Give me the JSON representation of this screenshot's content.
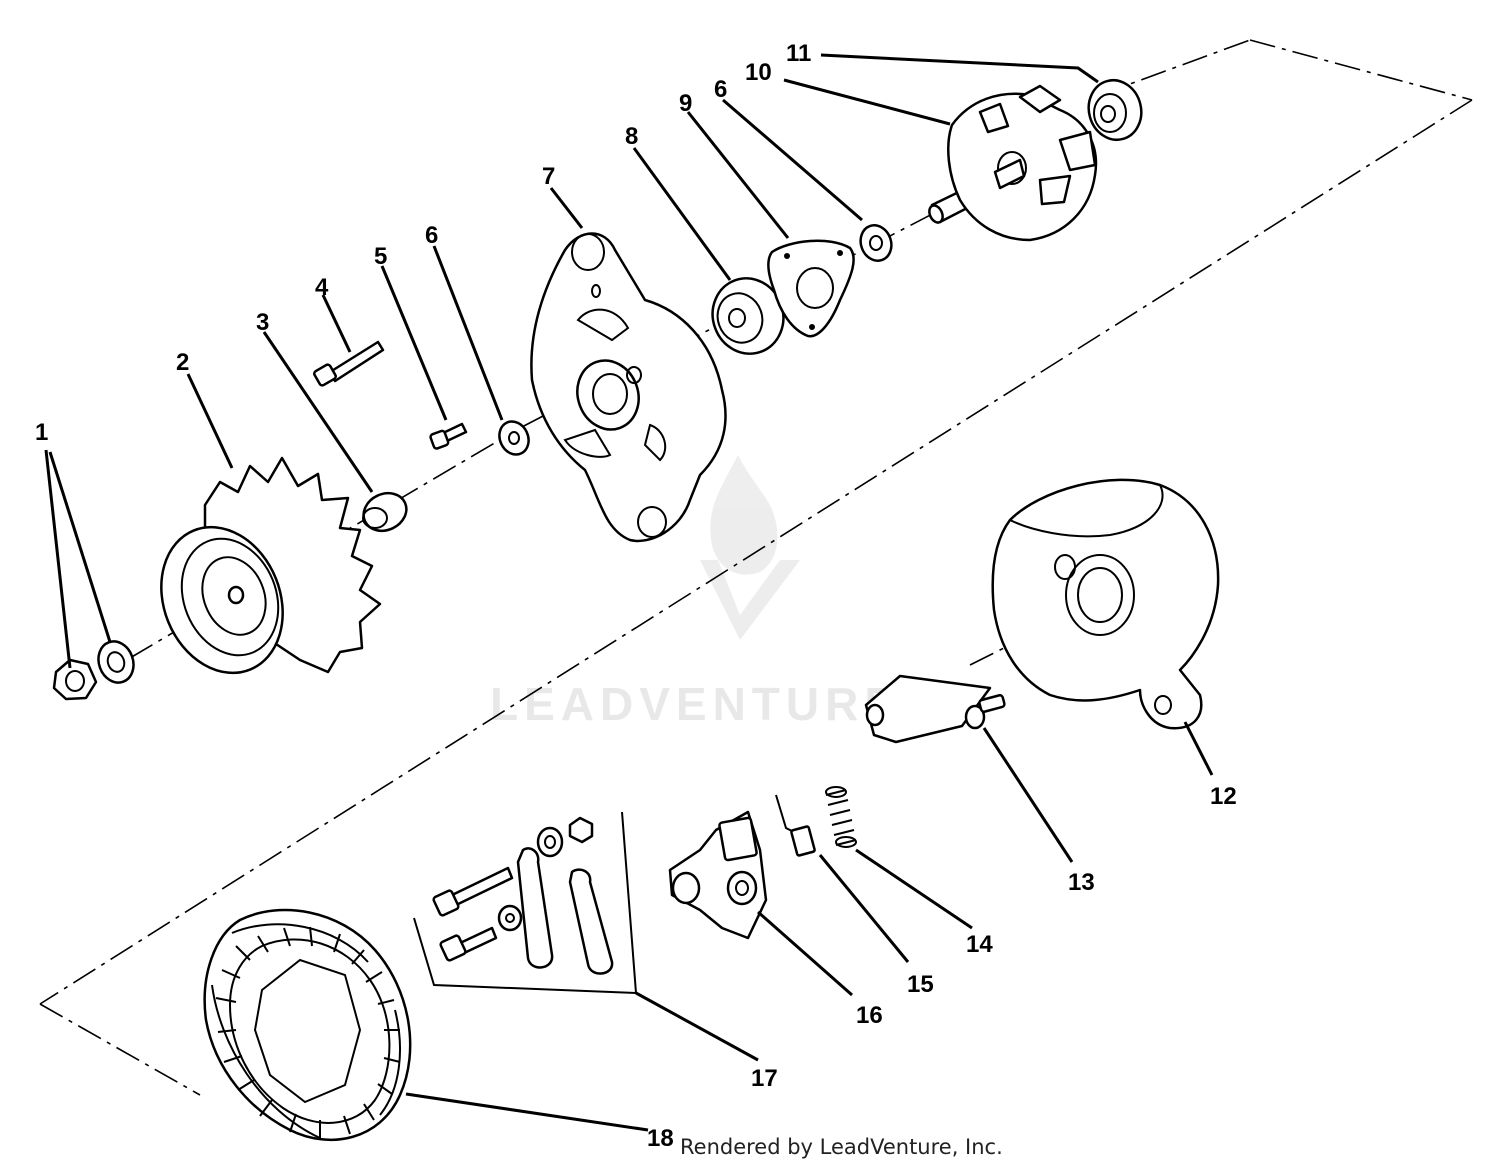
{
  "watermark": {
    "text": "LEADVENTURE"
  },
  "credit": "Rendered by LeadVenture, Inc.",
  "callouts": {
    "c1": "1",
    "c2": "2",
    "c3": "3",
    "c4": "4",
    "c5": "5",
    "c6a": "6",
    "c6b": "6",
    "c7": "7",
    "c8": "8",
    "c9": "9",
    "c10": "10",
    "c11": "11",
    "c12": "12",
    "c13": "13",
    "c14": "14",
    "c15": "15",
    "c16": "16",
    "c17": "17",
    "c18": "18"
  }
}
